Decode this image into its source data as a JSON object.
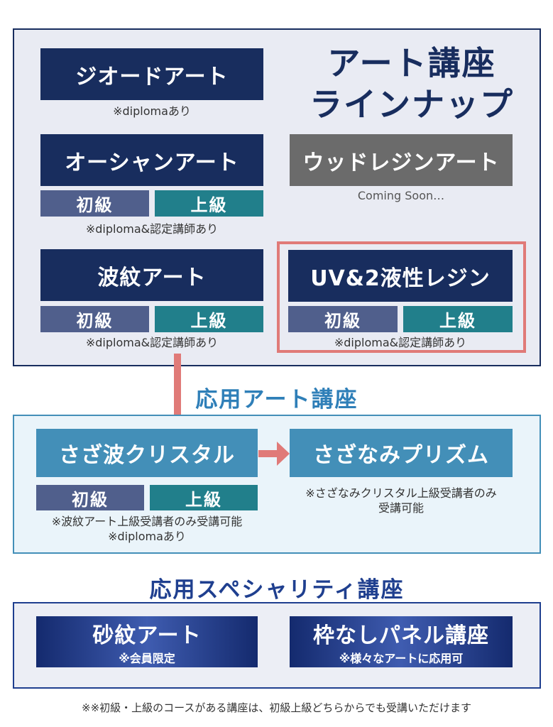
{
  "lineup": {
    "title_line1": "アート講座",
    "title_line2": "ラインナップ",
    "geode": {
      "name": "ジオードアート",
      "note": "※diplomaあり"
    },
    "ocean": {
      "name": "オーシャンアート",
      "beginner": "初級",
      "advanced": "上級",
      "note": "※diploma&認定講師あり"
    },
    "wood": {
      "name": "ウッドレジンアート",
      "note": "Coming Soon…"
    },
    "hamon": {
      "name": "波紋アート",
      "beginner": "初級",
      "advanced": "上級",
      "note": "※diploma&認定講師あり"
    },
    "uv": {
      "name": "UV&2液性レジン",
      "beginner": "初級",
      "advanced": "上級",
      "note": "※diploma&認定講師あり"
    }
  },
  "applied": {
    "heading": "応用アート講座",
    "crystal": {
      "name": "さざ波クリスタル",
      "beginner": "初級",
      "advanced": "上級",
      "note_line1": "※波紋アート上級受講者のみ受講可能",
      "note_line2": "※diplomaあり"
    },
    "prism": {
      "name": "さざなみプリズム",
      "note_line1": "※さざなみクリスタル上級受講者のみ",
      "note_line2": "受講可能"
    }
  },
  "specialty": {
    "heading": "応用スペシャリティ講座",
    "sand": {
      "name": "砂紋アート",
      "note": "※会員限定"
    },
    "frameless": {
      "name": "枠なしパネル講座",
      "note": "※様々なアートに応用可"
    }
  },
  "footnote": "※※初級・上級のコースがある講座は、初級上級どちらからでも受講いただけます",
  "colors": {
    "navy": "#182d5e",
    "beginner": "#505f8c",
    "advanced": "#217f8b",
    "teal": "#438fb8",
    "highlight": "#e07a78",
    "heading_blue": "#2f7fb8",
    "heading_navy": "#1f3f8f"
  }
}
